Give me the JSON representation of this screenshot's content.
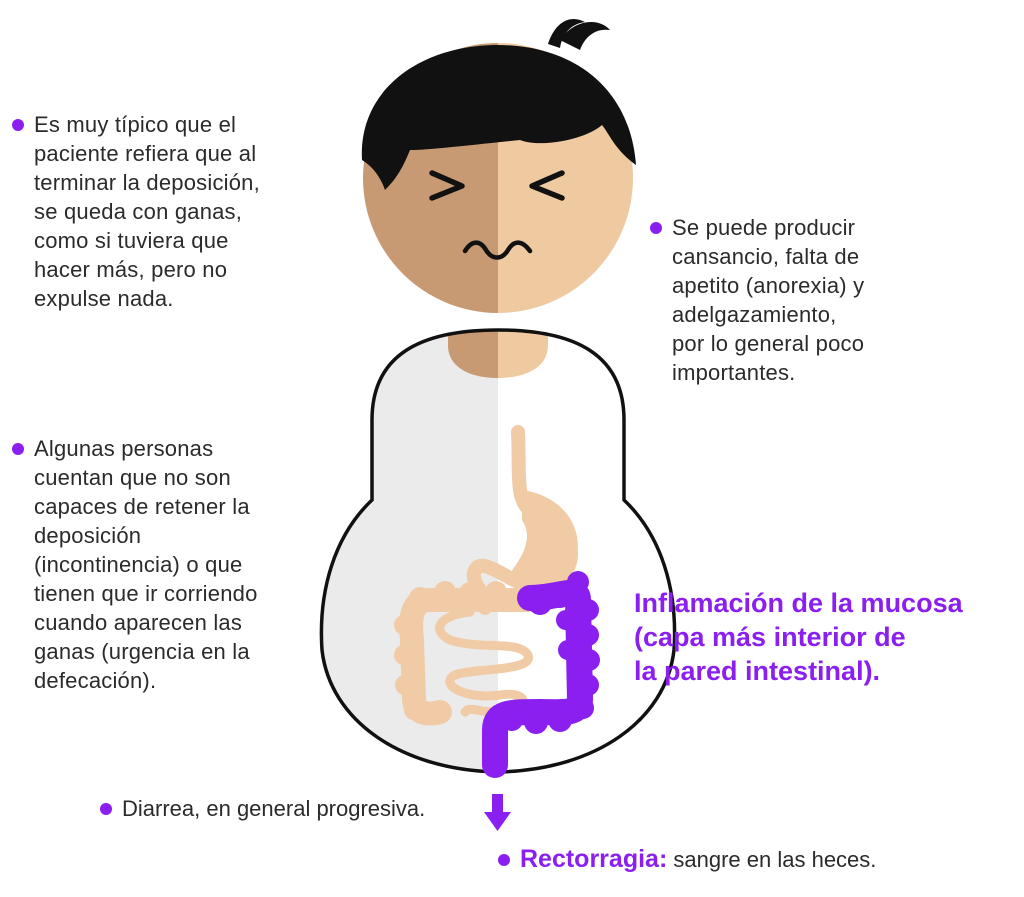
{
  "colors": {
    "accent": "#8a1ff0",
    "skin_dark": "#c89a73",
    "skin_light": "#efcaa0",
    "hair": "#111111",
    "body_left": "#ebebeb",
    "body_right": "#ffffff",
    "organ": "#f0cba6"
  },
  "notes": {
    "tenesmus": "Es muy típico que el\npaciente refiera que al\nterminar la deposición,\nse queda con ganas,\ncomo si tuviera que\nhacer más, pero no\nexpulse nada.",
    "fatigue": "Se puede producir\ncansancio, falta de\napetito (anorexia) y\nadelgazamiento,\npor lo general poco\nimportantes.",
    "incontinence": "Algunas personas\ncuentan que no son\ncapaces de retener la\ndeposición\n(incontinencia) o que\ntienen que ir corriendo\ncuando aparecen las\nganas (urgencia en la\ndefecación).",
    "diarrhea": "Diarrea, en general progresiva."
  },
  "callout": "Inflamación de la mucosa\n(capa más interior de\nla pared intestinal).",
  "rectorragia": {
    "term": "Rectorragia:",
    "text": "sangre en las heces."
  }
}
